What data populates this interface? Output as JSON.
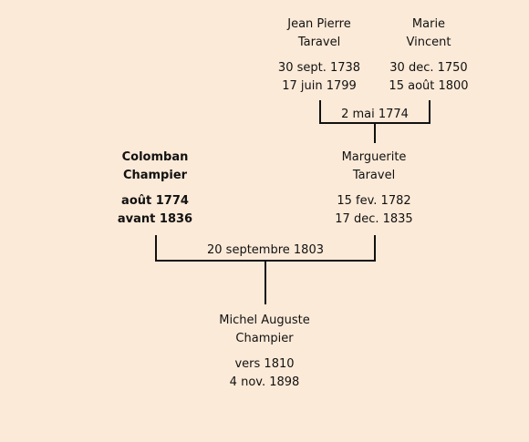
{
  "persons": {
    "jean_pierre": {
      "first": "Jean Pierre",
      "last": "Taravel",
      "birth": "30 sept. 1738",
      "death": "17 juin 1799"
    },
    "marie": {
      "first": "Marie",
      "last": "Vincent",
      "birth": "30 dec. 1750",
      "death": "15 août 1800"
    },
    "colomban": {
      "first": "Colomban",
      "last": "Champier",
      "birth": "août 1774",
      "death": "avant 1836"
    },
    "marguerite": {
      "first": "Marguerite",
      "last": "Taravel",
      "birth": "15 fev. 1782",
      "death": "17 dec. 1835"
    },
    "michel": {
      "first": "Michel Auguste",
      "last": "Champier",
      "birth": "vers 1810",
      "death": "4 nov. 1898"
    }
  },
  "marriages": {
    "taravel_vincent": "2 mai 1774",
    "champier_taravel": "20 septembre 1803"
  }
}
